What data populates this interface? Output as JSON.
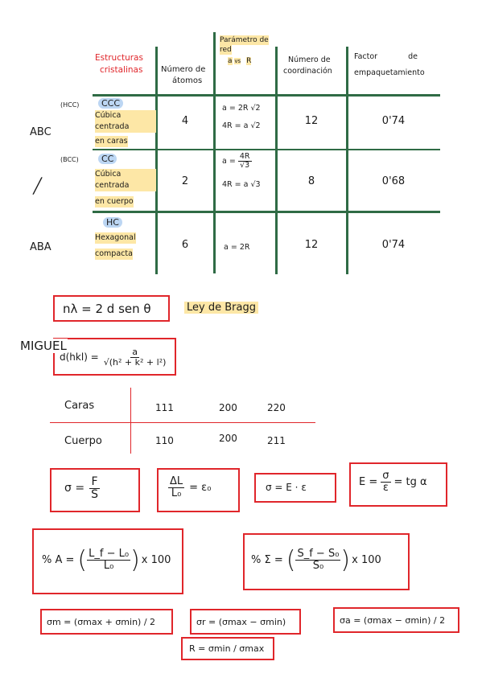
{
  "table": {
    "headers": {
      "col1_line1": "Estructuras",
      "col1_line2": "cristalinas",
      "col2_line1": "Número de",
      "col2_line2": "átomos",
      "col3_line1": "Parámetro de",
      "col3_line2": "red",
      "col3_a": "a",
      "col3_vs": "vs",
      "col3_r": "R",
      "col4_line1": "Número de",
      "col4_line2": "coordinación",
      "col5_line1": "Factor",
      "col5_de": "de",
      "col5_line2": "empaquetamiento"
    },
    "rows": [
      {
        "tag": "(HCC)",
        "abbr": "CCC",
        "name_line1": "Cúbica centrada",
        "name_line2": "en caras",
        "atoms": "4",
        "param_line1": "a = 2R √2",
        "param_line2": "4R = a √2",
        "coord": "12",
        "factor": "0'74"
      },
      {
        "tag": "(BCC)",
        "abbr": "CC",
        "name_line1": "Cúbica centrada",
        "name_line2": "en cuerpo",
        "atoms": "2",
        "param_a": "a =",
        "param_num": "4R",
        "param_den": "√3",
        "param_line2": "4R = a √3",
        "coord": "8",
        "factor": "0'68"
      },
      {
        "abbr": "HC",
        "name_line1": "Hexagonal",
        "name_line2": "compacta",
        "atoms": "6",
        "param_line1": "a = 2R",
        "coord": "12",
        "factor": "0'74"
      }
    ],
    "side_labels": {
      "top": "ABC",
      "slash": "/",
      "bottom": "ABA"
    }
  },
  "bragg": {
    "formula": "nλ = 2 d sen θ",
    "label": "Ley de Bragg"
  },
  "author": "MIGUEL",
  "dhkl": {
    "lhs": "d(hkl) =",
    "num": "a",
    "den": "√(h² + k² + l²)"
  },
  "planes_table": {
    "rows": [
      {
        "label": "Caras",
        "values": [
          "111",
          "200",
          "220"
        ]
      },
      {
        "label": "Cuerpo",
        "values": [
          "110",
          "200",
          "211"
        ]
      }
    ]
  },
  "formulas": {
    "stress": {
      "lhs": "σ =",
      "num": "F",
      "den": "S"
    },
    "strain": {
      "num": "ΔL",
      "den": "L₀",
      "rhs": "= ε₀"
    },
    "hooke": "σ = E · ε",
    "young": {
      "lhs": "E =",
      "num": "σ",
      "den": "ε",
      "rhs": "= tg α"
    },
    "elong": {
      "lhs": "% A =",
      "num": "L_f − L₀",
      "den": "L₀",
      "rhs": "x 100"
    },
    "area": {
      "lhs": "% Σ =",
      "num": "S_f − S₀",
      "den": "S₀",
      "rhs": "x 100"
    },
    "sigma_m": "σm = (σmax + σmin) / 2",
    "sigma_r": "σr = (σmax − σmin)",
    "sigma_a": "σa = (σmax − σmin) / 2",
    "ratio": "R = σmin / σmax"
  },
  "colors": {
    "red": "#e0262b",
    "green_lines": "#2f6b45",
    "highlight_yellow": "#fde7a6",
    "highlight_blue": "#bcd6f3"
  }
}
